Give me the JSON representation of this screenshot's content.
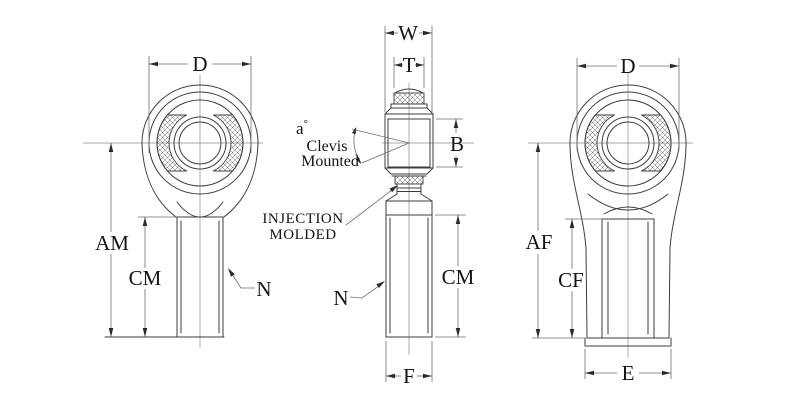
{
  "drawing": {
    "subject": "rod end bearing engineering drawing, three views",
    "background": "#ffffff",
    "line_color": "#3d3d3d",
    "text_color": "#141414",
    "views": {
      "left": {
        "dim_d": "D",
        "dim_am": "AM",
        "dim_cm": "CM",
        "callout_n": "N"
      },
      "middle": {
        "dim_w": "W",
        "dim_t": "T",
        "dim_b": "B",
        "dim_cm": "CM",
        "dim_f": "F",
        "callout_n": "N",
        "angle_letter": "a",
        "angle_degree": "°",
        "note_clevis_1": "Clevis",
        "note_clevis_2": "Mounted",
        "note_injection_1": "INJECTION",
        "note_injection_2": "MOLDED"
      },
      "right": {
        "dim_d": "D",
        "dim_af": "AF",
        "dim_cf": "CF",
        "dim_e": "E"
      }
    }
  }
}
